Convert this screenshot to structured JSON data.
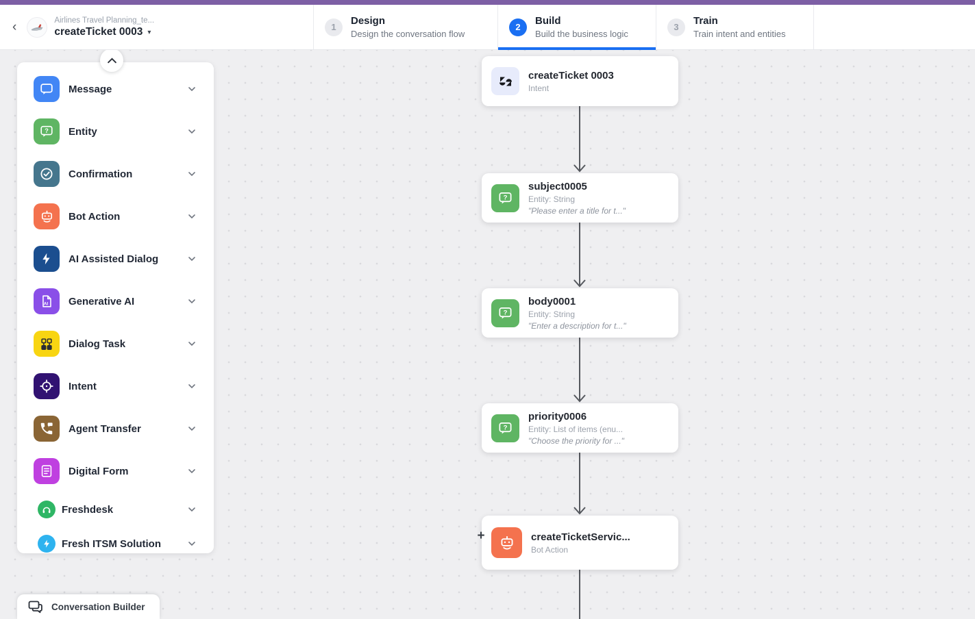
{
  "header": {
    "back_icon": "‹",
    "project_name": "Airlines Travel Planning_te...",
    "dialog_name": "createTicket 0003",
    "caret_icon": "▾",
    "steps": [
      {
        "number": "1",
        "title": "Design",
        "subtitle": "Design the conversation flow",
        "active": false
      },
      {
        "number": "2",
        "title": "Build",
        "subtitle": "Build the business logic",
        "active": true
      },
      {
        "number": "3",
        "title": "Train",
        "subtitle": "Train intent and entities",
        "active": false
      }
    ],
    "active_accent_color": "#1a6ff2",
    "topbar_color": "#7d5fa5"
  },
  "sidebar": {
    "items": [
      {
        "label": "Message",
        "icon": "message-icon",
        "color": "#4286f5"
      },
      {
        "label": "Entity",
        "icon": "entity-icon",
        "color": "#5fb563"
      },
      {
        "label": "Confirmation",
        "icon": "confirmation-icon",
        "color": "#45768d"
      },
      {
        "label": "Bot Action",
        "icon": "bot-action-icon",
        "color": "#f4724e"
      },
      {
        "label": "AI Assisted Dialog",
        "icon": "lightning-icon",
        "color": "#1b4e8f"
      },
      {
        "label": "Generative AI",
        "icon": "generative-ai-doc-icon",
        "color": "#8a4fe8"
      },
      {
        "label": "Dialog Task",
        "icon": "flowchart-icon",
        "color": "#f8d512"
      },
      {
        "label": "Intent",
        "icon": "target-icon",
        "color": "#311272"
      },
      {
        "label": "Agent Transfer",
        "icon": "phone-transfer-icon",
        "color": "#8a6535"
      },
      {
        "label": "Digital Form",
        "icon": "form-icon",
        "color": "#bf40e0"
      },
      {
        "label": "Freshdesk",
        "icon": "freshdesk-headset-icon",
        "color": "#2fb665"
      },
      {
        "label": "Fresh ITSM Solution",
        "icon": "freshservice-bolt-icon",
        "color": "#2eb3ef"
      }
    ]
  },
  "canvas": {
    "nodes": [
      {
        "title": "createTicket 0003",
        "subtitle": "Intent",
        "icon": "zendesk-icon",
        "icon_bg": "#e7ebfb"
      },
      {
        "title": "subject0005",
        "subtitle": "Entity: String",
        "prompt": "\"Please enter a title for t...\"",
        "icon": "entity-icon",
        "icon_bg": "#5fb563"
      },
      {
        "title": "body0001",
        "subtitle": "Entity: String",
        "prompt": "\"Enter a description for t...\"",
        "icon": "entity-icon",
        "icon_bg": "#5fb563"
      },
      {
        "title": "priority0006",
        "subtitle": "Entity: List of items (enu...",
        "prompt": "\"Choose the priority for ...\"",
        "icon": "entity-icon",
        "icon_bg": "#5fb563"
      },
      {
        "title": "createTicketServic...",
        "subtitle": "Bot Action",
        "icon": "bot-action-icon",
        "icon_bg": "#f4724e"
      }
    ],
    "add_button_label": "+",
    "connector_color": "#54575d"
  },
  "footer": {
    "label": "Conversation Builder"
  }
}
